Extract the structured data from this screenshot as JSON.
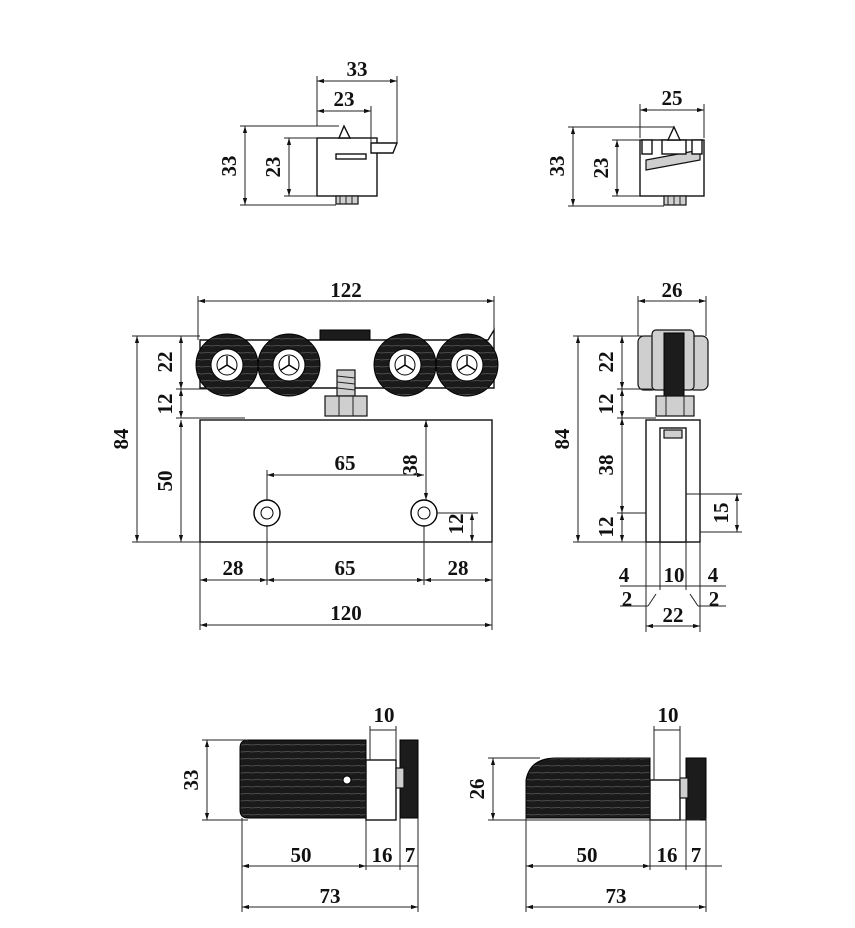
{
  "dimensions": {
    "top_left": {
      "width_outer": "33",
      "width_inner": "23",
      "height_outer": "33",
      "height_inner": "23"
    },
    "top_right": {
      "width": "25",
      "height_outer": "33",
      "height_inner": "23"
    },
    "front": {
      "overall_width": "122",
      "overall_height": "84",
      "wheel_height": "22",
      "stem_height": "12",
      "plate_height": "50",
      "hole_spacing_top": "65",
      "hole_to_top": "38",
      "hole_to_bottom": "12",
      "edge_left": "28",
      "hole_spacing_bottom": "65",
      "edge_right": "28",
      "plate_width": "120"
    },
    "side": {
      "top_width": "26",
      "overall_height": "84",
      "wheel_height": "22",
      "stem_height": "12",
      "slot_height": "38",
      "bottom_height": "12",
      "clamp_height": "15",
      "left_wall": "4",
      "gap": "10",
      "right_wall": "4",
      "left_lip": "2",
      "right_lip": "2",
      "bottom_width": "22"
    },
    "bottom_left": {
      "height": "33",
      "gap": "10",
      "body": "50",
      "part_b": "16",
      "part_c": "7",
      "total": "73"
    },
    "bottom_right": {
      "height": "26",
      "gap": "10",
      "body": "50",
      "part_b": "16",
      "part_c": "7",
      "total": "73"
    }
  }
}
